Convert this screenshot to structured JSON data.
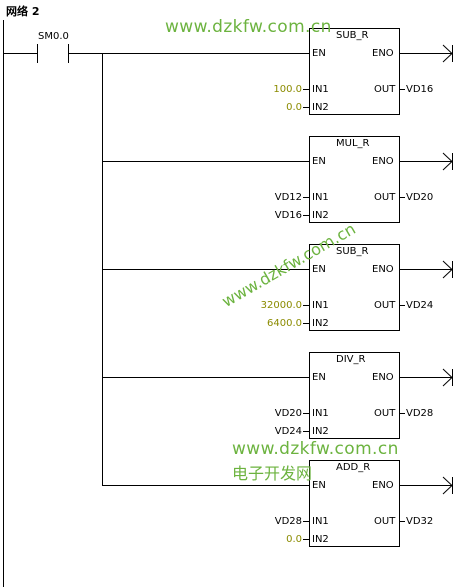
{
  "network": {
    "title": "网络 2"
  },
  "contact": {
    "label": "SM0.0"
  },
  "blocks": [
    {
      "name": "SUB_R",
      "en": "EN",
      "eno": "ENO",
      "in1_label": "IN1",
      "in2_label": "IN2",
      "out_label": "OUT",
      "in1": "100.0",
      "in2": "0.0",
      "out": "VD16",
      "in1_const": true,
      "in2_const": true
    },
    {
      "name": "MUL_R",
      "en": "EN",
      "eno": "ENO",
      "in1_label": "IN1",
      "in2_label": "IN2",
      "out_label": "OUT",
      "in1": "VD12",
      "in2": "VD16",
      "out": "VD20",
      "in1_const": false,
      "in2_const": false
    },
    {
      "name": "SUB_R",
      "en": "EN",
      "eno": "ENO",
      "in1_label": "IN1",
      "in2_label": "IN2",
      "out_label": "OUT",
      "in1": "32000.0",
      "in2": "6400.0",
      "out": "VD24",
      "in1_const": true,
      "in2_const": true
    },
    {
      "name": "DIV_R",
      "en": "EN",
      "eno": "ENO",
      "in1_label": "IN1",
      "in2_label": "IN2",
      "out_label": "OUT",
      "in1": "VD20",
      "in2": "VD24",
      "out": "VD28",
      "in1_const": false,
      "in2_const": false
    },
    {
      "name": "ADD_R",
      "en": "EN",
      "eno": "ENO",
      "in1_label": "IN1",
      "in2_label": "IN2",
      "out_label": "OUT",
      "in1": "VD28",
      "in2": "0.0",
      "out": "VD32",
      "in1_const": false,
      "in2_const": true
    }
  ],
  "watermark": {
    "url": "www.dzkfw.com.cn",
    "cn": "电子开发网"
  },
  "colors": {
    "line": "#000000",
    "constant": "#8b8b00",
    "watermark": "#6cb33f"
  }
}
